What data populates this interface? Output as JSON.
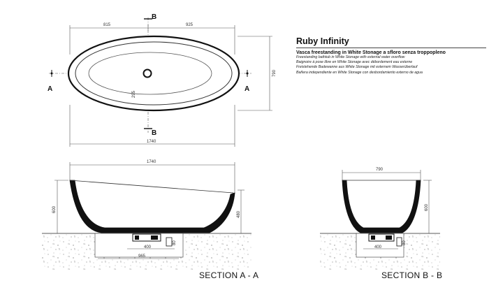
{
  "product": {
    "title": "Ruby Infinity",
    "subtitle": "Vasca freestanding in White Stonage a sfloro senza troppopleno",
    "descriptions": [
      "Freestanding bathtub in White Stonage with external water overflow",
      "Baignoire à pose libre en White Stonage avec débordement eau externe",
      "Freistehende Badewanne aus White Stonage mit externem Wasserüberlauf",
      "Bañera independiente en White Stonage con desbordamiento externo de agua"
    ]
  },
  "plan_view": {
    "dimensions": {
      "left_segment": "815",
      "right_segment": "925",
      "overall_length": "1740",
      "width": "790",
      "drain_offset": "295"
    },
    "cut_markers": {
      "a_left": "A",
      "a_right": "A",
      "b_top": "B",
      "b_bottom": "B"
    }
  },
  "section_a": {
    "label": "SECTION A - A",
    "dimensions": {
      "top_length": "1740",
      "height": "600",
      "inner_height": "480",
      "base_width": "965",
      "drain_box": "400",
      "drain_height": "80"
    }
  },
  "section_b": {
    "label": "SECTION B - B",
    "dimensions": {
      "top_width": "790",
      "height": "600",
      "drain_box": "400",
      "drain_height": "80"
    }
  }
}
